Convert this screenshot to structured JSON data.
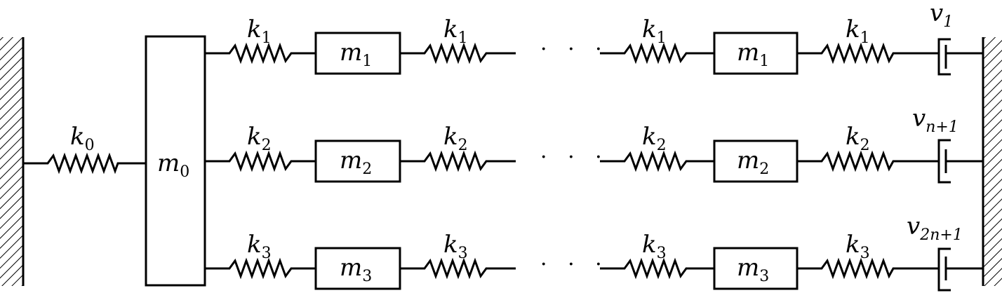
{
  "left_spring": {
    "label": "k",
    "sub": "0"
  },
  "central_mass": {
    "label": "m",
    "sub": "0"
  },
  "ellipsis": "· · ·",
  "rows": [
    {
      "spring_label": "k",
      "spring_sub": "1",
      "mass_label": "m",
      "mass_sub": "1",
      "damper_label": "v",
      "damper_sub": "1"
    },
    {
      "spring_label": "k",
      "spring_sub": "2",
      "mass_label": "m",
      "mass_sub": "2",
      "damper_label": "v",
      "damper_sub": "n+1"
    },
    {
      "spring_label": "k",
      "spring_sub": "3",
      "mass_label": "m",
      "mass_sub": "3",
      "damper_label": "v",
      "damper_sub": "2n+1"
    }
  ],
  "colors": {
    "stroke": "#000000",
    "background": "#ffffff"
  },
  "icons": [
    "left-wall-icon",
    "right-wall-icon",
    "spring-icon",
    "damper-icon"
  ]
}
